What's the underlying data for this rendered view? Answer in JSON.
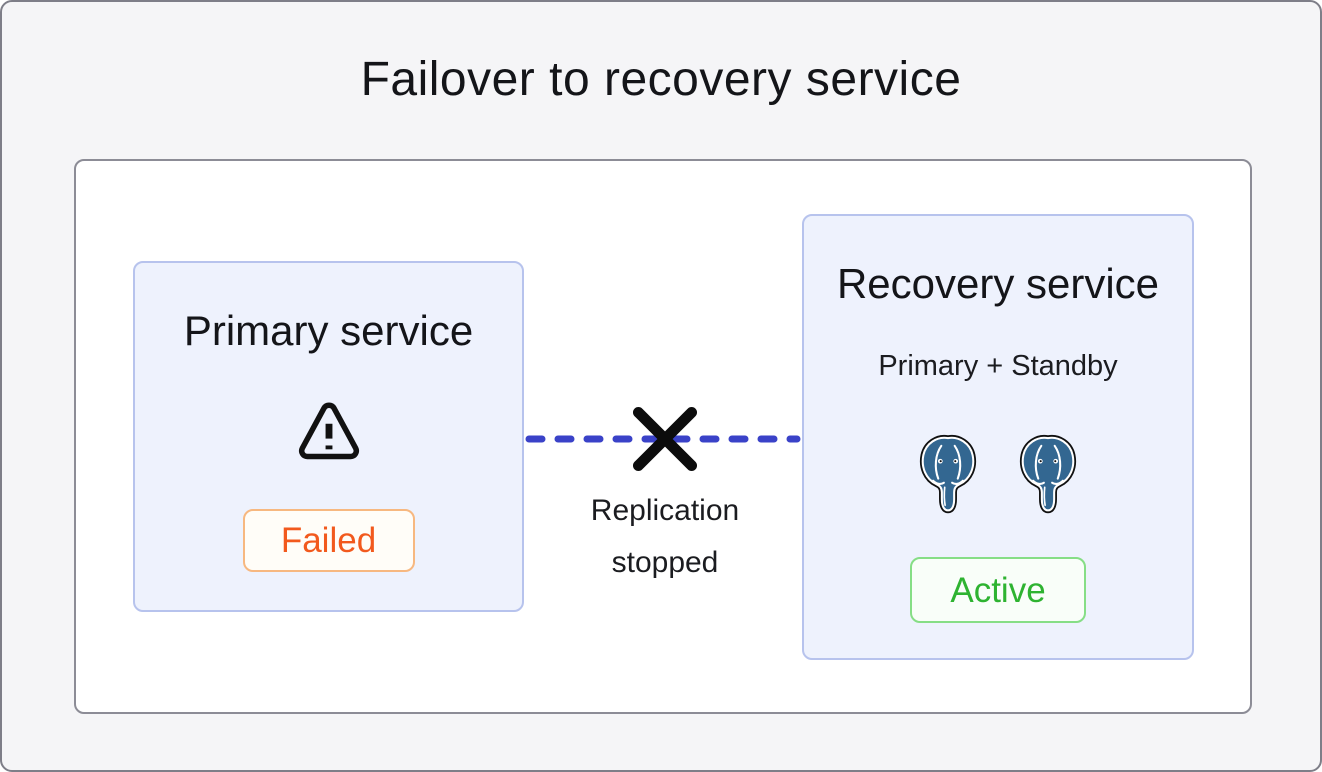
{
  "diagram": {
    "title": "Failover to recovery service",
    "primary_service": {
      "title": "Primary service",
      "status_label": "Failed",
      "status_color": "#f2591d",
      "icon": "warning-triangle-icon"
    },
    "recovery_service": {
      "title": "Recovery service",
      "subtitle": "Primary + Standby",
      "status_label": "Active",
      "status_color": "#2eb331",
      "icons": [
        "postgresql-elephant-icon",
        "postgresql-elephant-icon"
      ]
    },
    "connection": {
      "label": "Replication stopped",
      "style": "dashed",
      "color": "#3a42c8",
      "break_icon": "x-mark-icon"
    },
    "colors": {
      "frame_background": "#f5f5f7",
      "canvas_background": "#ffffff",
      "service_box_background": "#eef2fd",
      "service_box_border": "#b7c3ed",
      "postgres_blue": "#336791",
      "text": "#141519"
    }
  }
}
